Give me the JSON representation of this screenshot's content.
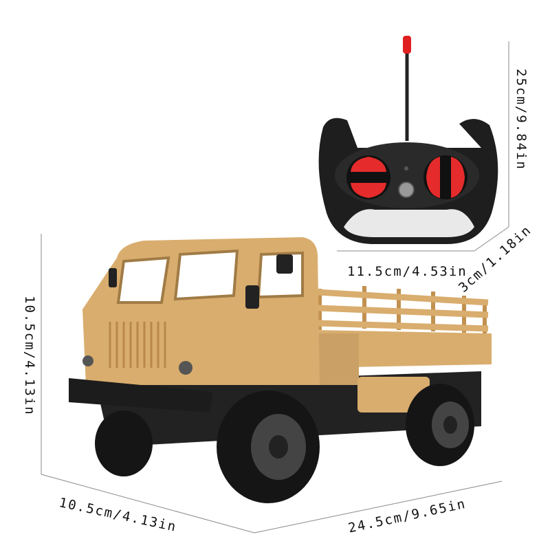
{
  "dimensions": {
    "remote_height": "25cm/9.84in",
    "remote_width": "11.5cm/4.53in",
    "remote_depth": "3cm/1.18in",
    "truck_height": "10.5cm/4.13in",
    "truck_width": "10.5cm/4.13in",
    "truck_length": "24.5cm/9.65in"
  },
  "colors": {
    "truck_body": "#d9ad6e",
    "chassis": "#222222",
    "remote_body": "#1e1e1e",
    "remote_buttons": "#e52b2b",
    "antenna_tip": "#e02020"
  }
}
